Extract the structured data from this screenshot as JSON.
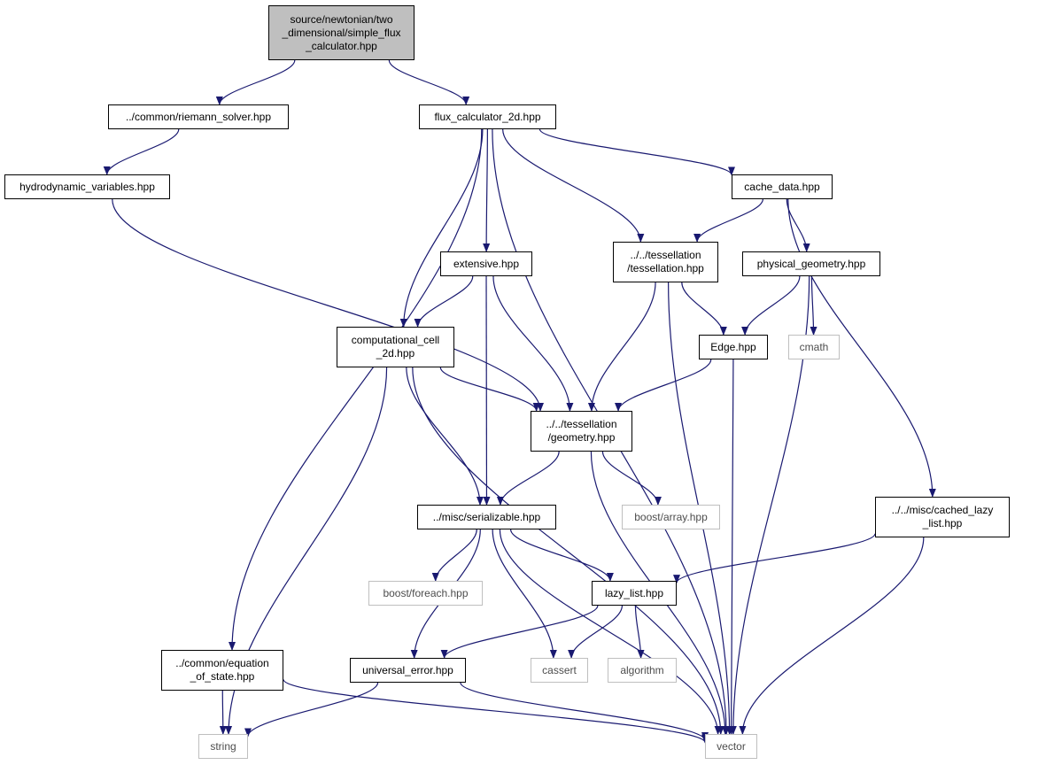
{
  "colors": {
    "edge": "#191970",
    "root_fill": "#bfbfbf",
    "box_border": "#000000",
    "external_border": "#bfbfbf"
  },
  "nodes": [
    {
      "id": "simple_flux_calculator",
      "label": "source/newtonian/two\n_dimensional/simple_flux\n_calculator.hpp",
      "kind": "root"
    },
    {
      "id": "riemann_solver",
      "label": "../common/riemann_solver.hpp",
      "kind": "file"
    },
    {
      "id": "flux_calculator_2d",
      "label": "flux_calculator_2d.hpp",
      "kind": "file"
    },
    {
      "id": "hydrodynamic_variables",
      "label": "hydrodynamic_variables.hpp",
      "kind": "file"
    },
    {
      "id": "cache_data",
      "label": "cache_data.hpp",
      "kind": "file"
    },
    {
      "id": "extensive",
      "label": "extensive.hpp",
      "kind": "file"
    },
    {
      "id": "tessellation",
      "label": "../../tessellation\n/tessellation.hpp",
      "kind": "file"
    },
    {
      "id": "physical_geometry",
      "label": "physical_geometry.hpp",
      "kind": "file"
    },
    {
      "id": "computational_cell",
      "label": "computational_cell\n_2d.hpp",
      "kind": "file"
    },
    {
      "id": "edge",
      "label": "Edge.hpp",
      "kind": "file"
    },
    {
      "id": "cmath",
      "label": "cmath",
      "kind": "external"
    },
    {
      "id": "geometry",
      "label": "../../tessellation\n/geometry.hpp",
      "kind": "file"
    },
    {
      "id": "serializable",
      "label": "../misc/serializable.hpp",
      "kind": "file"
    },
    {
      "id": "boost_array",
      "label": "boost/array.hpp",
      "kind": "external"
    },
    {
      "id": "cached_lazy_list",
      "label": "../../misc/cached_lazy\n_list.hpp",
      "kind": "file"
    },
    {
      "id": "boost_foreach",
      "label": "boost/foreach.hpp",
      "kind": "external"
    },
    {
      "id": "lazy_list",
      "label": "lazy_list.hpp",
      "kind": "file"
    },
    {
      "id": "equation_of_state",
      "label": "../common/equation\n_of_state.hpp",
      "kind": "file"
    },
    {
      "id": "universal_error",
      "label": "universal_error.hpp",
      "kind": "file"
    },
    {
      "id": "cassert",
      "label": "cassert",
      "kind": "external"
    },
    {
      "id": "algorithm",
      "label": "algorithm",
      "kind": "external"
    },
    {
      "id": "string",
      "label": "string",
      "kind": "external"
    },
    {
      "id": "vector",
      "label": "vector",
      "kind": "external"
    }
  ],
  "edges": [
    [
      "simple_flux_calculator",
      "riemann_solver"
    ],
    [
      "simple_flux_calculator",
      "flux_calculator_2d"
    ],
    [
      "riemann_solver",
      "hydrodynamic_variables"
    ],
    [
      "hydrodynamic_variables",
      "geometry"
    ],
    [
      "flux_calculator_2d",
      "cache_data"
    ],
    [
      "flux_calculator_2d",
      "extensive"
    ],
    [
      "flux_calculator_2d",
      "tessellation"
    ],
    [
      "flux_calculator_2d",
      "computational_cell"
    ],
    [
      "flux_calculator_2d",
      "equation_of_state"
    ],
    [
      "flux_calculator_2d",
      "vector"
    ],
    [
      "cache_data",
      "tessellation"
    ],
    [
      "cache_data",
      "physical_geometry"
    ],
    [
      "cache_data",
      "cached_lazy_list"
    ],
    [
      "extensive",
      "computational_cell"
    ],
    [
      "extensive",
      "geometry"
    ],
    [
      "extensive",
      "serializable"
    ],
    [
      "tessellation",
      "edge"
    ],
    [
      "tessellation",
      "geometry"
    ],
    [
      "tessellation",
      "vector"
    ],
    [
      "physical_geometry",
      "edge"
    ],
    [
      "physical_geometry",
      "cmath"
    ],
    [
      "physical_geometry",
      "vector"
    ],
    [
      "computational_cell",
      "geometry"
    ],
    [
      "computational_cell",
      "serializable"
    ],
    [
      "computational_cell",
      "string"
    ],
    [
      "computational_cell",
      "vector"
    ],
    [
      "edge",
      "geometry"
    ],
    [
      "edge",
      "vector"
    ],
    [
      "geometry",
      "serializable"
    ],
    [
      "geometry",
      "boost_array"
    ],
    [
      "geometry",
      "vector"
    ],
    [
      "serializable",
      "boost_foreach"
    ],
    [
      "serializable",
      "lazy_list"
    ],
    [
      "serializable",
      "universal_error"
    ],
    [
      "serializable",
      "cassert"
    ],
    [
      "serializable",
      "vector"
    ],
    [
      "cached_lazy_list",
      "lazy_list"
    ],
    [
      "cached_lazy_list",
      "vector"
    ],
    [
      "lazy_list",
      "universal_error"
    ],
    [
      "lazy_list",
      "cassert"
    ],
    [
      "lazy_list",
      "algorithm"
    ],
    [
      "equation_of_state",
      "string"
    ],
    [
      "equation_of_state",
      "vector"
    ],
    [
      "universal_error",
      "string"
    ],
    [
      "universal_error",
      "vector"
    ]
  ]
}
